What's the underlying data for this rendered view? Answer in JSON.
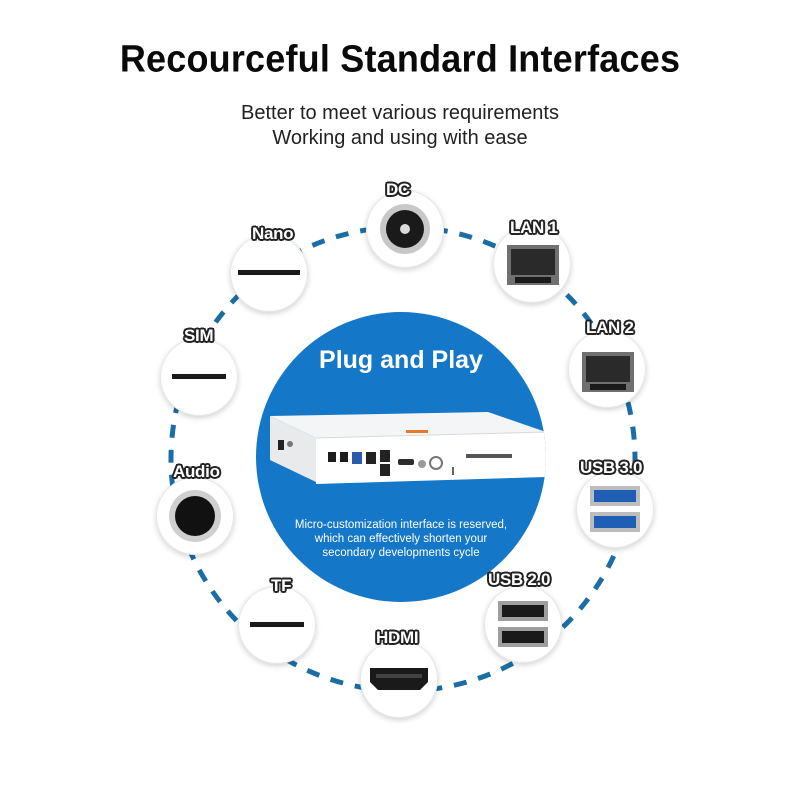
{
  "header": {
    "title": "Recourceful Standard Interfaces",
    "subtitle_line1": "Better to meet various requirements",
    "subtitle_line2": "Working and using with ease"
  },
  "center": {
    "title": "Plug and Play",
    "desc_line1": "Micro-customization interface is reserved,",
    "desc_line2": "which can effectively shorten your",
    "desc_line3": "secondary developments cycle",
    "accent_color": "#1477c8"
  },
  "ports": {
    "dc": "DC",
    "lan1": "LAN 1",
    "lan2": "LAN 2",
    "usb3": "USB 3.0",
    "usb2": "USB 2.0",
    "hdmi": "HDMI",
    "tf": "TF",
    "audio": "Audio",
    "sim": "SIM",
    "nano": "Nano"
  },
  "ring_color": "#1b6ea5"
}
